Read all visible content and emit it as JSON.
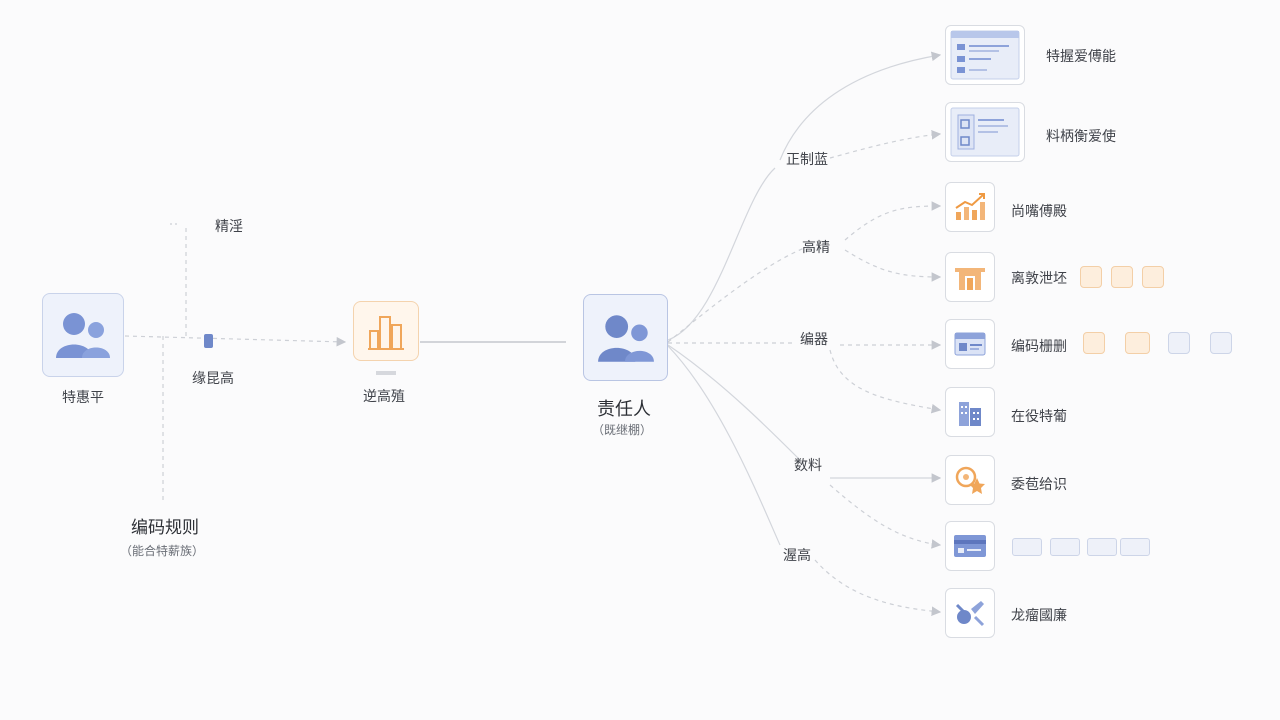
{
  "nodes": {
    "left_person": {
      "label": "特惠平"
    },
    "top_branch": {
      "label": "精淫"
    },
    "middle_small": {
      "label": "缘昆高"
    },
    "orange_node": {
      "label": "逆高殖"
    },
    "bottom_left": {
      "title": "编码规则",
      "subtitle": "（能合特薪族）"
    },
    "center": {
      "title": "责任人",
      "subtitle": "（既继棚）"
    }
  },
  "branches": [
    {
      "label": "正制蓝"
    },
    {
      "label": "高精"
    },
    {
      "label": "编器"
    },
    {
      "label": "数料"
    },
    {
      "label": "渥高"
    }
  ],
  "leaves": [
    {
      "label": "特握爱傅能",
      "icon": "document-list-icon"
    },
    {
      "label": "料柄衡爱使",
      "icon": "form-card-icon"
    },
    {
      "label": "尚嘴傅殿",
      "icon": "chart-up-icon"
    },
    {
      "label": "离敦泄坯",
      "icon": "building-orange-icon",
      "chips": [
        "orange",
        "orange",
        "orange"
      ]
    },
    {
      "label": "编码栅删",
      "icon": "id-card-icon",
      "chips": [
        "orange",
        "orange",
        "blue",
        "blue"
      ]
    },
    {
      "label": "在役特葡",
      "icon": "buildings-icon"
    },
    {
      "label": "委苞给识",
      "icon": "badge-star-icon"
    },
    {
      "label": "",
      "icon": "credit-card-icon",
      "pills": 4
    },
    {
      "label": "龙瘤國廉",
      "icon": "tools-icon"
    }
  ],
  "colors": {
    "accent_blue": "#6f88c9",
    "accent_orange": "#f0a65a",
    "edge": "#c7cad1"
  }
}
